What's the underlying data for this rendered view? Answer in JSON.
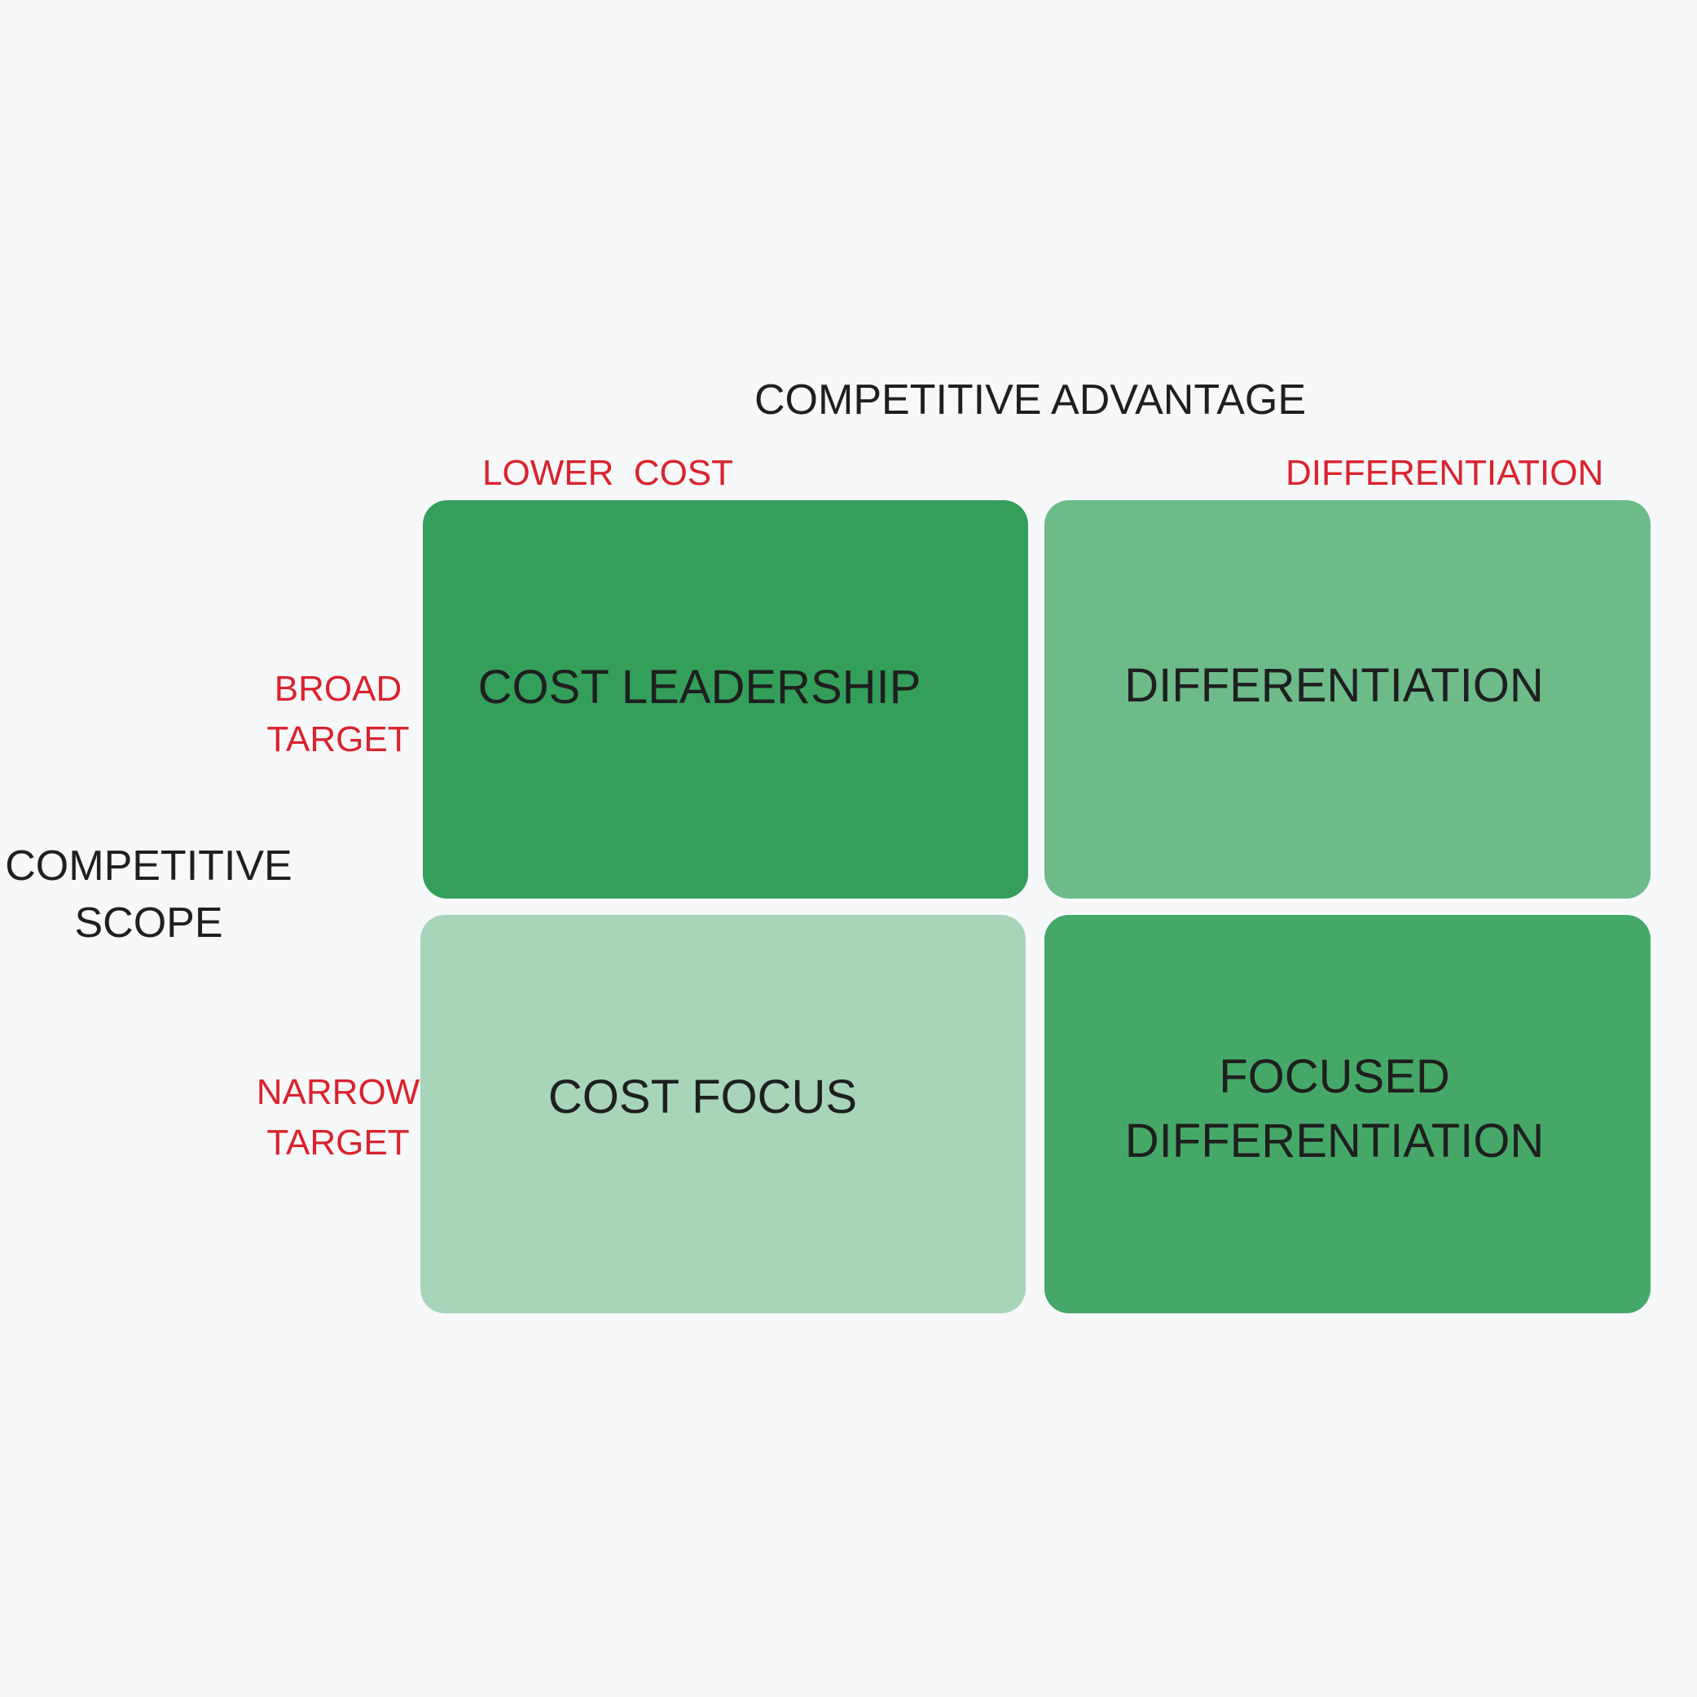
{
  "diagram": {
    "x_axis_title": "COMPETITIVE ADVANTAGE",
    "y_axis_title": [
      "COMPETITIVE",
      "SCOPE"
    ],
    "columns": [
      {
        "label": "LOWER  COST"
      },
      {
        "label": "DIFFERENTIATION"
      }
    ],
    "rows": [
      {
        "label": [
          "BROAD",
          "TARGET"
        ]
      },
      {
        "label": [
          "NARROW",
          "TARGET"
        ]
      }
    ],
    "quadrants": {
      "cost_leadership": {
        "label": [
          "COST LEADERSHIP"
        ],
        "color": "#339f5b"
      },
      "differentiation": {
        "label": [
          "DIFFERENTIATION"
        ],
        "color": "#6dbb89"
      },
      "cost_focus": {
        "label": [
          "COST FOCUS"
        ],
        "color": "#a8d5b9"
      },
      "focused_differentiation": {
        "label": [
          "FOCUSED",
          "DIFFERENTIATION"
        ],
        "color": "#45a869"
      }
    }
  },
  "colors": {
    "background": "#f7f8fa",
    "title_text": "#1f1f1f",
    "sub_label": "#d9232e"
  }
}
